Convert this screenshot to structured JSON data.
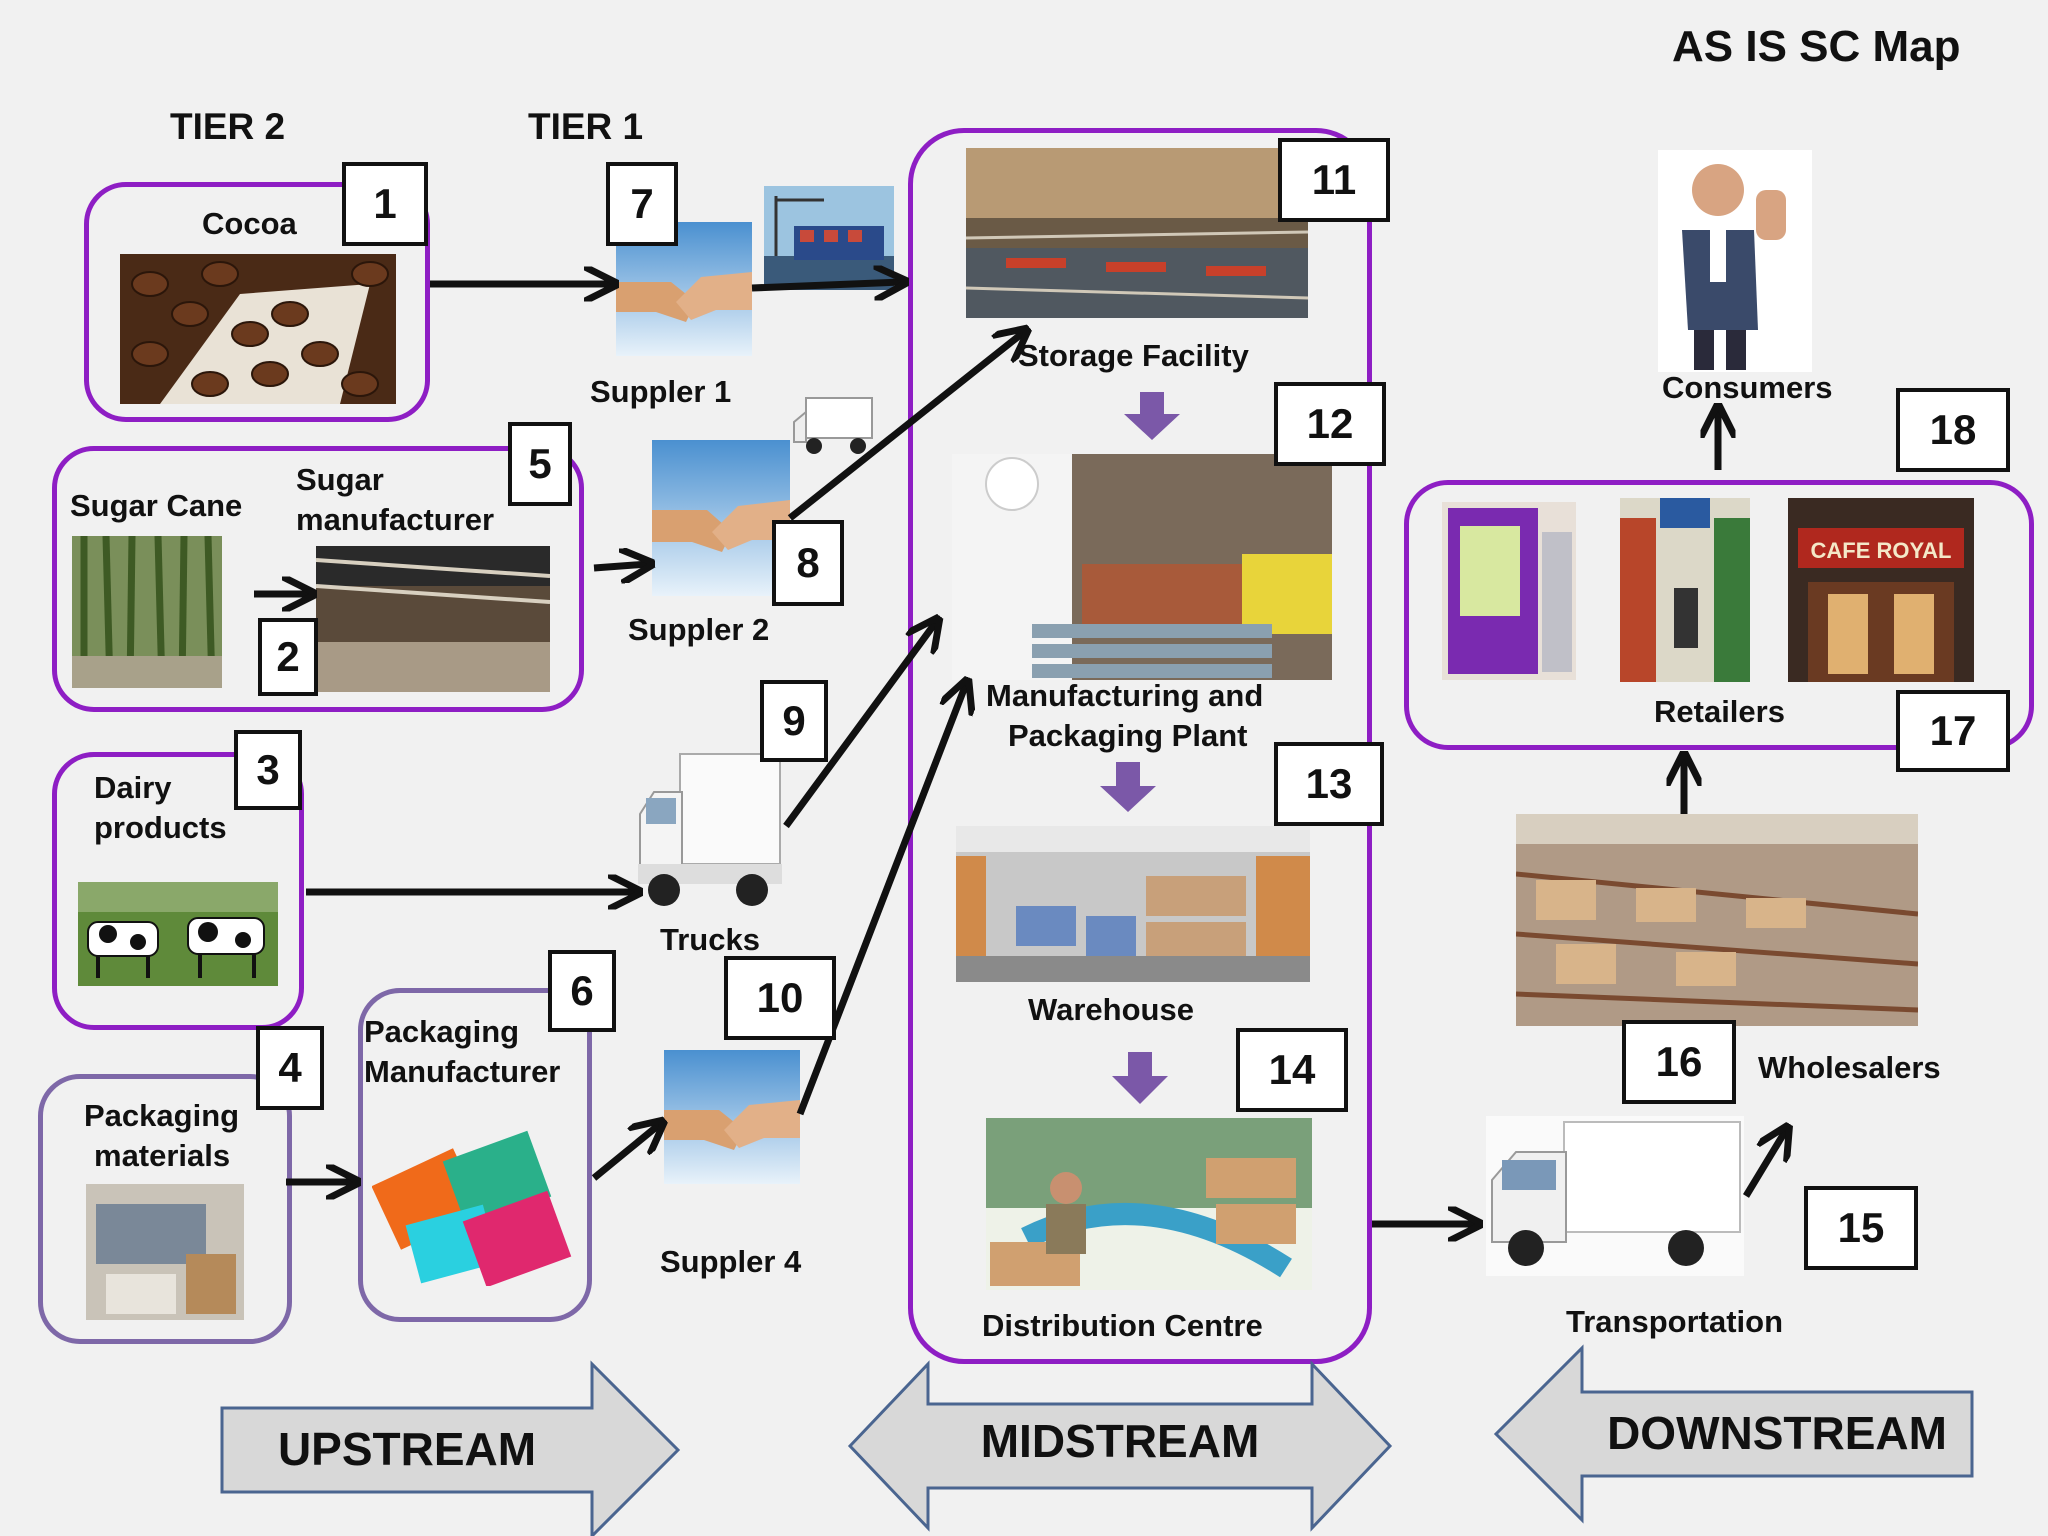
{
  "title": "AS IS SC Map",
  "tiers": {
    "tier2": "TIER 2",
    "tier1": "TIER 1"
  },
  "labels": {
    "cocoa": "Cocoa",
    "sugar_cane": "Sugar Cane",
    "sugar_manufacturer_1": "Sugar",
    "sugar_manufacturer_2": "manufacturer",
    "dairy_1": "Dairy",
    "dairy_2": "products",
    "packaging_materials_1": "Packaging",
    "packaging_materials_2": "materials",
    "packaging_manufacturer_1": "Packaging",
    "packaging_manufacturer_2": "Manufacturer",
    "supplier_1": "Suppler 1",
    "supplier_2": "Suppler 2",
    "trucks": "Trucks",
    "supplier_4": "Suppler 4",
    "storage": "Storage Facility",
    "manufacturing_1": "Manufacturing and",
    "manufacturing_2": "Packaging Plant",
    "warehouse": "Warehouse",
    "distribution": "Distribution Centre",
    "consumers": "Consumers",
    "retailers": "Retailers",
    "wholesalers": "Wholesalers",
    "transportation": "Transportation",
    "cafe_sign": "CAFE ROYAL"
  },
  "numbers": {
    "n1": "1",
    "n2": "2",
    "n3": "3",
    "n4": "4",
    "n5": "5",
    "n6": "6",
    "n7": "7",
    "n8": "8",
    "n9": "9",
    "n10": "10",
    "n11": "11",
    "n12": "12",
    "n13": "13",
    "n14": "14",
    "n15": "15",
    "n16": "16",
    "n17": "17",
    "n18": "18"
  },
  "stream": {
    "upstream": "UPSTREAM",
    "midstream": "MIDSTREAM",
    "downstream": "DOWNSTREAM"
  },
  "colors": {
    "group_border": "#8e1ec4",
    "flow_arrow": "#7b58a8",
    "band_fill": "#d8d8d8",
    "band_stroke": "#4a6590"
  }
}
